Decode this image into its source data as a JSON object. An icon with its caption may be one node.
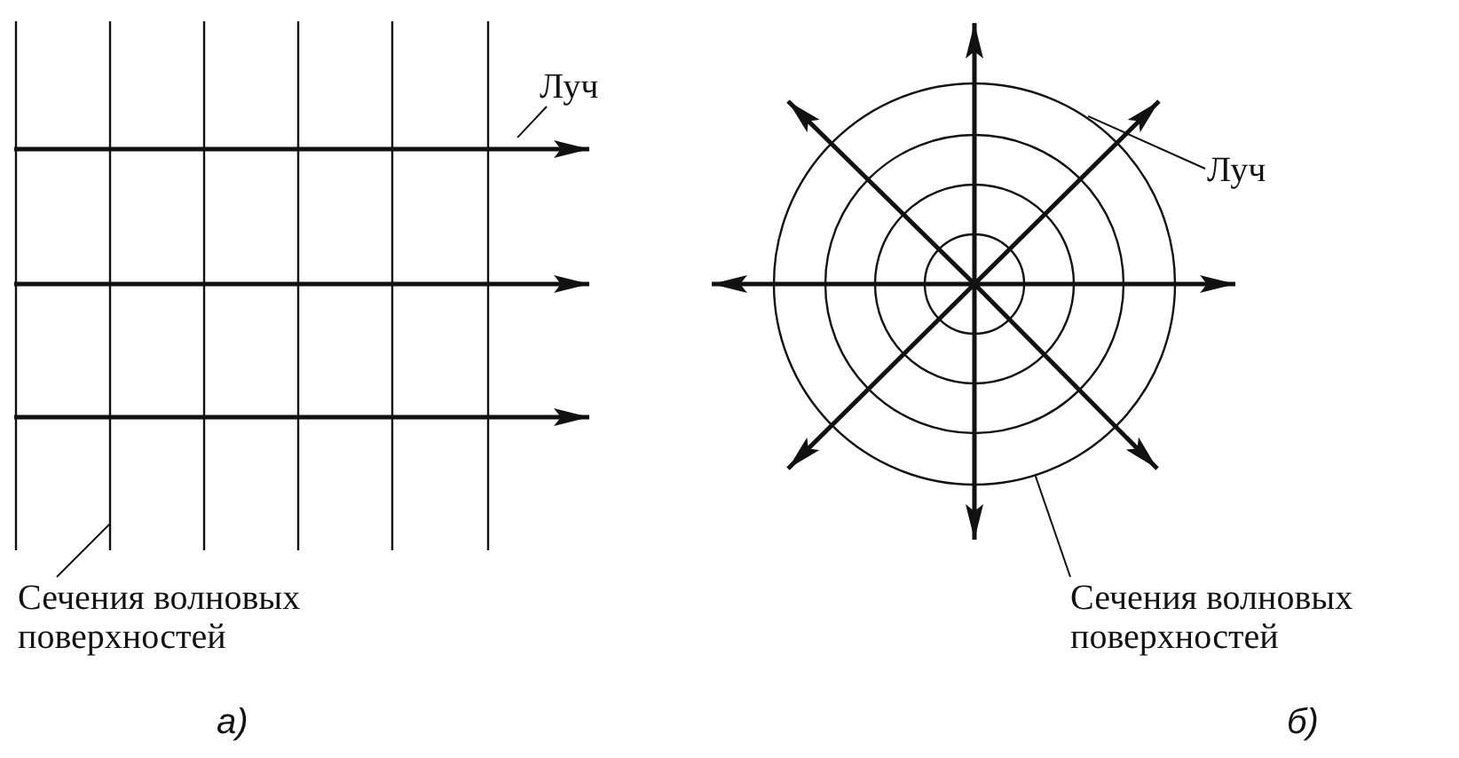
{
  "diagram": {
    "nodes": [
      {
        "text": [
          "Луч"
        ]
      },
      {
        "text": [],
        "shape": "arrow"
      },
      {
        "text": [
          "Сечения волновых поверхностей"
        ]
      },
      {
        "text": [],
        "shape": "line"
      },
      {
        "text": [
          "Луч"
        ]
      },
      {
        "text": [],
        "shape": "circle"
      },
      {
        "text": [
          "Сечения волновых поверхностей"
        ]
      }
    ],
    "edges": [
      {
        "from": 0,
        "to": 1,
        "arrow": "none"
      },
      {
        "from": 2,
        "to": 3,
        "arrow": "none"
      },
      {
        "from": 4,
        "to": 5,
        "arrow": "none"
      },
      {
        "from": 6,
        "to": 5,
        "arrow": "none"
      }
    ],
    "labels": [
      "а)",
      "б)"
    ]
  }
}
